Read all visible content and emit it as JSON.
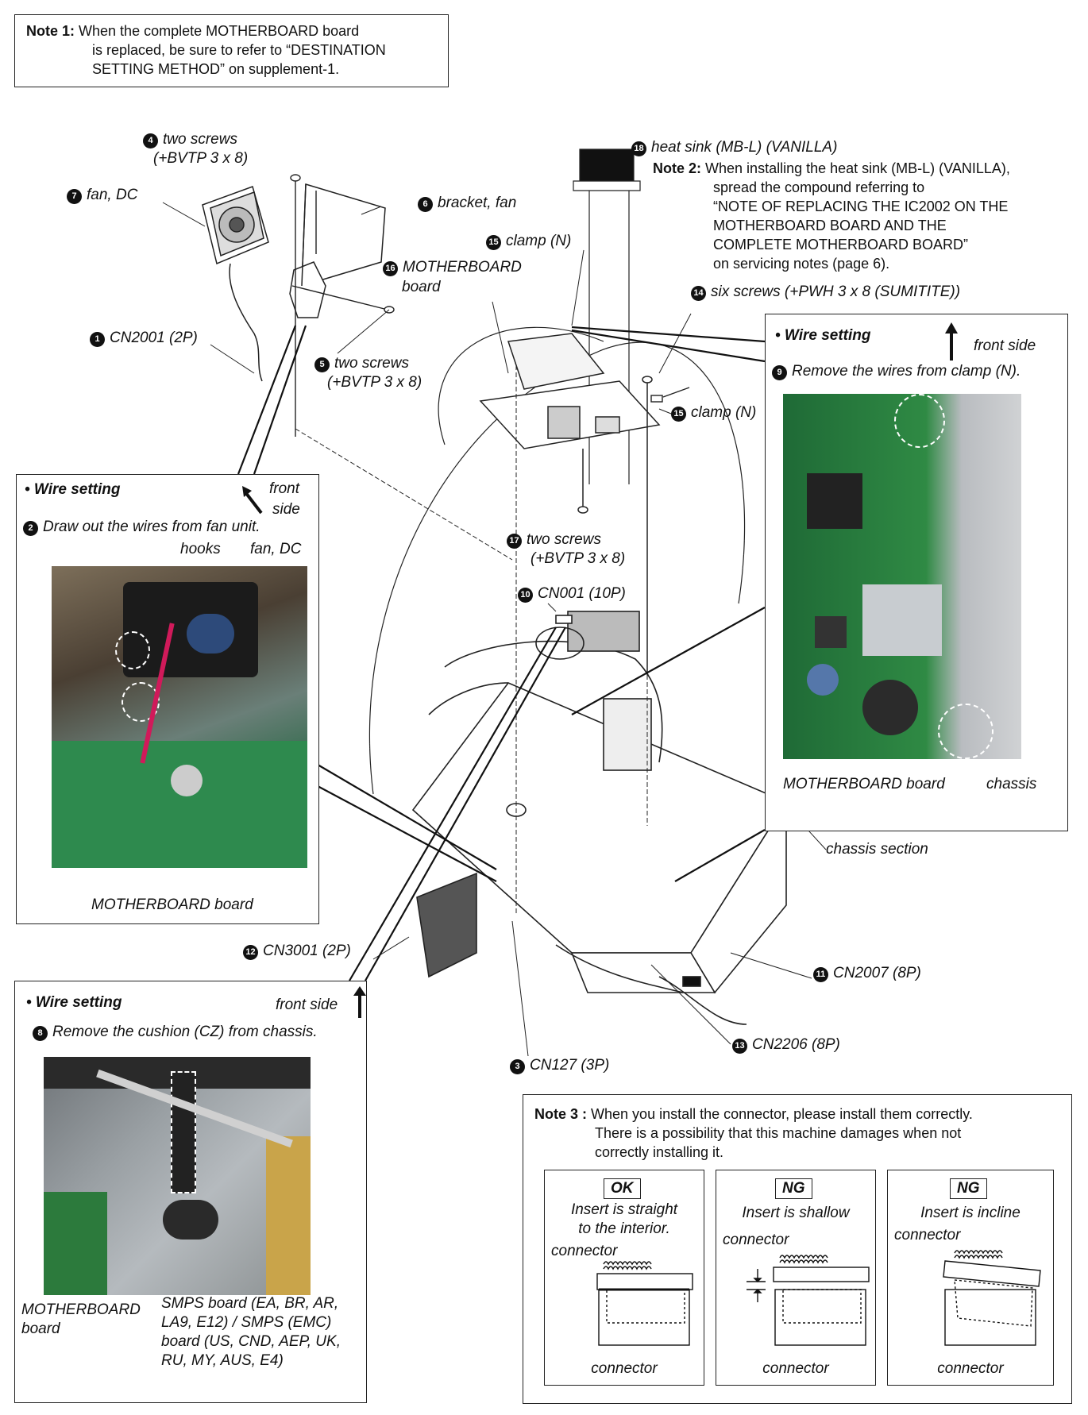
{
  "note1": {
    "label": "Note 1:",
    "lines": [
      "When the complete MOTHERBOARD board",
      "is replaced, be sure to refer to “DESTINATION",
      "SETTING METHOD” on supplement-1."
    ]
  },
  "callouts": {
    "c4": {
      "num": "4",
      "line1": "two screws",
      "line2": "(+BVTP 3 x 8)"
    },
    "c7": {
      "num": "7",
      "text": "fan, DC"
    },
    "c6": {
      "num": "6",
      "text": "bracket, fan"
    },
    "c1": {
      "num": "1",
      "text": "CN2001 (2P)"
    },
    "c5": {
      "num": "5",
      "line1": "two screws",
      "line2": "(+BVTP 3 x 8)"
    },
    "c18": {
      "num": "18",
      "text": "heat sink (MB-L) (VANILLA)"
    },
    "c15a": {
      "num": "15",
      "text": "clamp (N)"
    },
    "c16": {
      "num": "16",
      "line1": "MOTHERBOARD",
      "line2": "board"
    },
    "c14": {
      "num": "14",
      "text": "six screws (+PWH 3 x 8 (SUMITITE))"
    },
    "c15b": {
      "num": "15",
      "text": "clamp (N)"
    },
    "c17": {
      "num": "17",
      "line1": "two screws",
      "line2": "(+BVTP 3 x 8)"
    },
    "c10": {
      "num": "10",
      "text": "CN001 (10P)"
    },
    "c12": {
      "num": "12",
      "text": "CN3001 (2P)"
    },
    "c11": {
      "num": "11",
      "text": "CN2007 (8P)"
    },
    "c13": {
      "num": "13",
      "text": "CN2206 (8P)"
    },
    "c3": {
      "num": "3",
      "text": "CN127 (3P)"
    },
    "chassis_section": "chassis section"
  },
  "note2": {
    "label": "Note 2:",
    "lines": [
      "When installing the heat sink (MB-L) (VANILLA),",
      "spread the compound referring to",
      "“NOTE OF REPLACING THE IC2002 ON THE",
      "MOTHERBOARD BOARD AND THE",
      "COMPLETE MOTHERBOARD BOARD”",
      "on servicing notes (page 6)."
    ]
  },
  "ws_left": {
    "title": "• Wire setting",
    "front": "front",
    "side": "side",
    "step_num": "2",
    "step": "Draw out the wires from fan unit.",
    "hooks": "hooks",
    "fan_dc": "fan, DC",
    "board": "MOTHERBOARD board"
  },
  "ws_right": {
    "title": "• Wire setting",
    "front_side": "front side",
    "step_num": "9",
    "step": "Remove the wires from clamp (N).",
    "board": "MOTHERBOARD board",
    "chassis": "chassis"
  },
  "ws_bottom": {
    "title": "• Wire setting",
    "front_side": "front side",
    "step_num": "8",
    "step": "Remove the cushion (CZ) from chassis.",
    "board_line1": "MOTHERBOARD",
    "board_line2": "board",
    "smps": [
      "SMPS board (EA, BR, AR,",
      "LA9, E12) / SMPS (EMC)",
      "board (US, CND, AEP, UK,",
      "RU, MY, AUS, E4)"
    ]
  },
  "note3": {
    "label": "Note 3 :",
    "lines": [
      "When you install the connector, please install them correctly.",
      "There is a possibility that this machine damages when not",
      "correctly installing it."
    ],
    "cards": [
      {
        "tag": "OK",
        "desc1": "Insert is straight",
        "desc2": "to the interior.",
        "top": "connector",
        "bottom": "connector"
      },
      {
        "tag": "NG",
        "desc1": "Insert is shallow",
        "desc2": "",
        "top": "connector",
        "bottom": "connector"
      },
      {
        "tag": "NG",
        "desc1": "Insert is incline",
        "desc2": "",
        "top": "connector",
        "bottom": "connector"
      }
    ]
  }
}
